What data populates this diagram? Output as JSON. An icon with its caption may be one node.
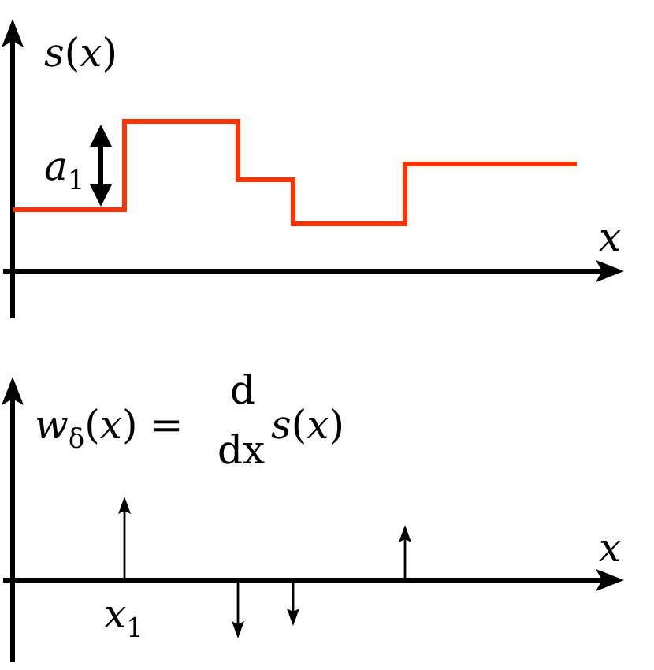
{
  "diagram": {
    "labels": [
      "*s*(*x*)",
      "*a*$_{1}$",
      "*x*",
      "*w*$_{δ}$(*x*) =",
      "d",
      "dx",
      "*s*(*x*)",
      "*x*",
      "*x*$_{1}$"
    ]
  }
}
